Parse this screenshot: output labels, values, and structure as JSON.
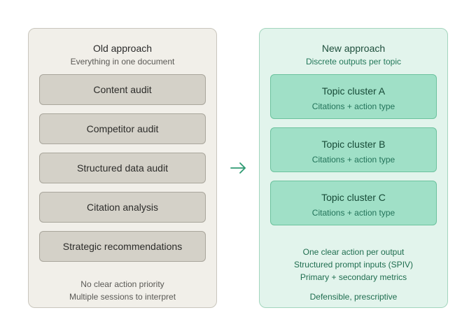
{
  "old": {
    "title": "Old approach",
    "subtitle": "Everything in one document",
    "items": [
      "Content audit",
      "Competitor audit",
      "Structured data audit",
      "Citation analysis",
      "Strategic recommendations"
    ],
    "notes": [
      "No clear action priority",
      "Multiple sessions to interpret"
    ]
  },
  "new": {
    "title": "New approach",
    "subtitle": "Discrete outputs per topic",
    "clusters": [
      {
        "title": "Topic cluster A",
        "subtitle": "Citations + action type"
      },
      {
        "title": "Topic cluster B",
        "subtitle": "Citations + action type"
      },
      {
        "title": "Topic cluster C",
        "subtitle": "Citations + action type"
      }
    ],
    "notes": [
      "One clear action per output",
      "Structured prompt inputs (SPIV)",
      "Primary + secondary metrics"
    ],
    "footer": "Defensible, prescriptive"
  },
  "colors": {
    "old_panel": "#f1efe9",
    "old_item": "#d4d1c8",
    "new_panel": "#e2f4ec",
    "new_item": "#a0e0c7",
    "arrow": "#2e9a72"
  },
  "icons": {
    "arrow": "arrow-right-icon"
  }
}
